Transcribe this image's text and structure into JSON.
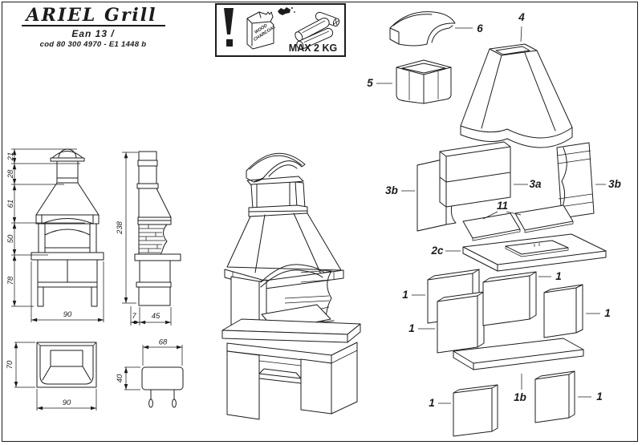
{
  "colors": {
    "ink": "#1c1c1c",
    "paper": "#ffffff"
  },
  "title_block": {
    "title": "ARIEL Grill",
    "ean": "Ean 13  /",
    "code": "cod 80 300 4970 - E1 1448 b"
  },
  "warning": {
    "exclamation": "!",
    "bag_line1": "WOOD",
    "bag_line2": "CHARCOAL",
    "max_load": "MAX 2 KG"
  },
  "front_view": {
    "height_dims": [
      "21",
      "28",
      "61",
      "50",
      "78"
    ],
    "width_dim": "90"
  },
  "side_view": {
    "total_height": "238",
    "front_offset": "7",
    "depth": "45"
  },
  "plan_view": {
    "depth": "70",
    "width": "90"
  },
  "grate_detail": {
    "width": "68",
    "depth": "40"
  },
  "exploded": {
    "labels": {
      "cap": "6",
      "hood": "4",
      "flue": "5",
      "side_left": "3b",
      "back": "3a",
      "side_right": "3b",
      "grates": "11",
      "hearth": "2c",
      "panel": "1",
      "shelf": "1b"
    }
  }
}
